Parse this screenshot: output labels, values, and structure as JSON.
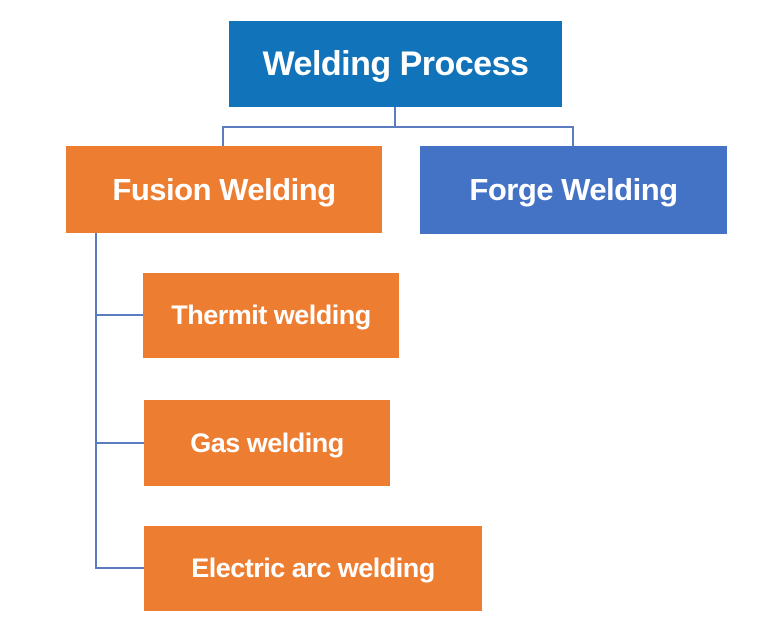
{
  "diagram": {
    "type": "hierarchy",
    "nodes": {
      "root": {
        "label": "Welding Process"
      },
      "fusion": {
        "label": "Fusion Welding"
      },
      "forge": {
        "label": "Forge Welding"
      },
      "thermit": {
        "label": "Thermit welding"
      },
      "gas": {
        "label": "Gas welding"
      },
      "electric": {
        "label": "Electric arc welding"
      }
    },
    "edges": [
      [
        "Welding Process",
        "Fusion Welding"
      ],
      [
        "Welding Process",
        "Forge Welding"
      ],
      [
        "Fusion Welding",
        "Thermit welding"
      ],
      [
        "Fusion Welding",
        "Gas welding"
      ],
      [
        "Fusion Welding",
        "Electric arc welding"
      ]
    ],
    "colors": {
      "root_fill": "#1173B9",
      "branch_fill": "#4472C4",
      "accent_fill": "#ED7D31",
      "connector": "#5B7CBE",
      "text": "#FFFFFF",
      "background": "#FFFFFF"
    }
  }
}
